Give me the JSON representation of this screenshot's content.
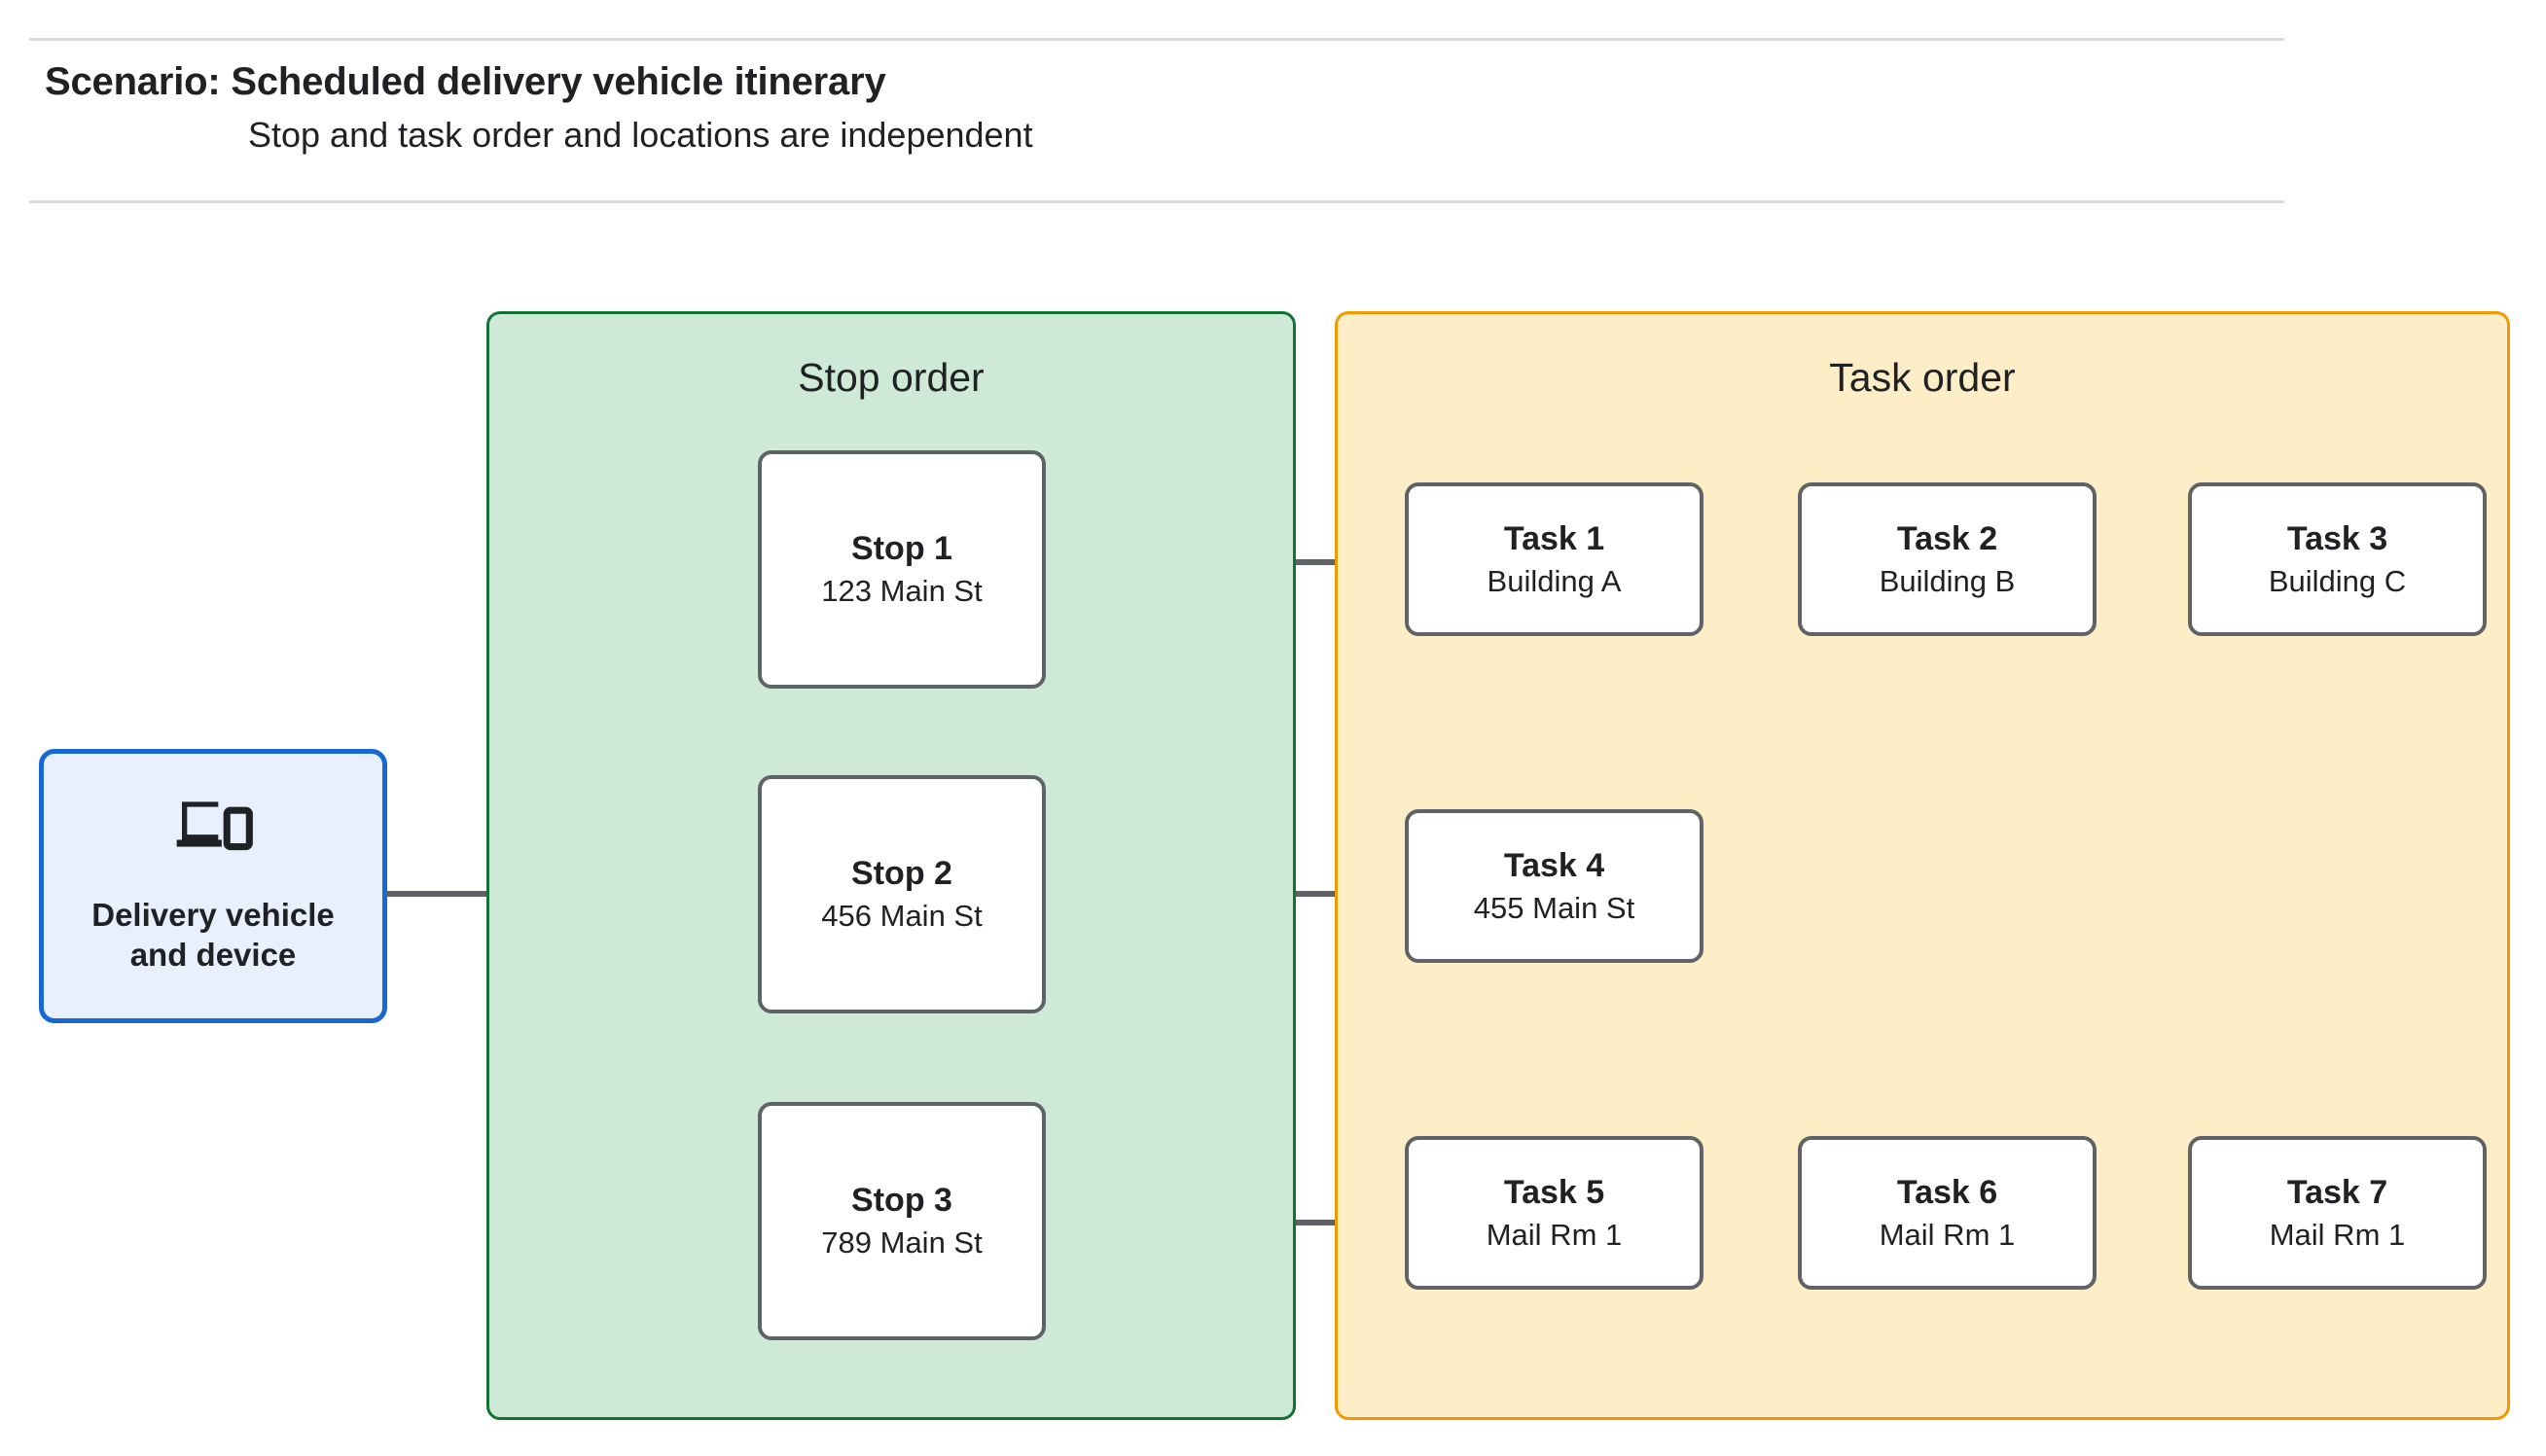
{
  "header": {
    "title": "Scenario: Scheduled delivery vehicle itinerary",
    "subtitle": "Stop and task order and locations are independent"
  },
  "vehicle": {
    "label": "Delivery vehicle\nand device",
    "icon": "devices-icon",
    "border_color": "#1967d2",
    "fill_color": "#e8f0fe"
  },
  "panels": {
    "stop_order": {
      "title": "Stop order",
      "fill_color": "#ceead6",
      "border_color": "#137333"
    },
    "task_order": {
      "title": "Task order",
      "fill_color": "#fdeec8",
      "border_color": "#f29900"
    }
  },
  "stops": [
    {
      "title": "Stop 1",
      "address": "123 Main St"
    },
    {
      "title": "Stop 2",
      "address": "456 Main St"
    },
    {
      "title": "Stop 3",
      "address": "789 Main St"
    }
  ],
  "task_rows": [
    [
      {
        "title": "Task 1",
        "location": "Building A"
      },
      {
        "title": "Task 2",
        "location": "Building B"
      },
      {
        "title": "Task 3",
        "location": "Building C"
      }
    ],
    [
      {
        "title": "Task 4",
        "location": "455 Main St"
      }
    ],
    [
      {
        "title": "Task 5",
        "location": "Mail Rm 1"
      },
      {
        "title": "Task 6",
        "location": "Mail Rm 1"
      },
      {
        "title": "Task 7",
        "location": "Mail Rm 1"
      }
    ]
  ],
  "style": {
    "node_border_color": "#5f6368",
    "node_fill_color": "#ffffff",
    "connector_color": "#5f6368",
    "divider_color": "#dadce0"
  }
}
